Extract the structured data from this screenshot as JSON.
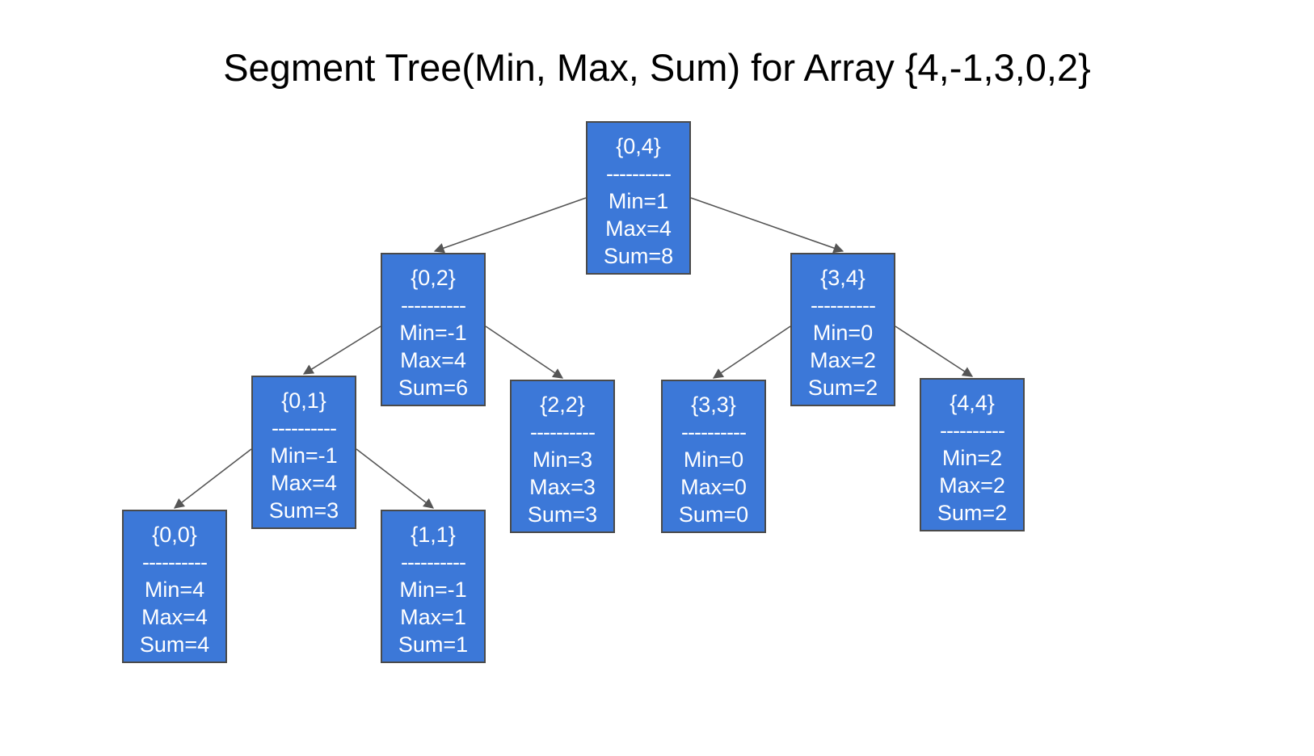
{
  "title": "Segment Tree(Min, Max, Sum) for Array {4,-1,3,0,2}",
  "separator": "----------",
  "nodes": [
    {
      "id": "0-4",
      "range": "{0,4}",
      "min": "Min=1",
      "max": "Max=4",
      "sum": "Sum=8"
    },
    {
      "id": "0-2",
      "range": "{0,2}",
      "min": "Min=-1",
      "max": "Max=4",
      "sum": "Sum=6"
    },
    {
      "id": "3-4",
      "range": "{3,4}",
      "min": "Min=0",
      "max": "Max=2",
      "sum": "Sum=2"
    },
    {
      "id": "0-1",
      "range": "{0,1}",
      "min": "Min=-1",
      "max": "Max=4",
      "sum": "Sum=3"
    },
    {
      "id": "2-2",
      "range": "{2,2}",
      "min": "Min=3",
      "max": "Max=3",
      "sum": "Sum=3"
    },
    {
      "id": "3-3",
      "range": "{3,3}",
      "min": "Min=0",
      "max": "Max=0",
      "sum": "Sum=0"
    },
    {
      "id": "4-4",
      "range": "{4,4}",
      "min": "Min=2",
      "max": "Max=2",
      "sum": "Sum=2"
    },
    {
      "id": "0-0",
      "range": "{0,0}",
      "min": "Min=4",
      "max": "Max=4",
      "sum": "Sum=4"
    },
    {
      "id": "1-1",
      "range": "{1,1}",
      "min": "Min=-1",
      "max": "Max=1",
      "sum": "Sum=1"
    }
  ],
  "edges": [
    {
      "from": "0-4",
      "to": "0-2"
    },
    {
      "from": "0-4",
      "to": "3-4"
    },
    {
      "from": "0-2",
      "to": "0-1"
    },
    {
      "from": "0-2",
      "to": "2-2"
    },
    {
      "from": "3-4",
      "to": "3-3"
    },
    {
      "from": "3-4",
      "to": "4-4"
    },
    {
      "from": "0-1",
      "to": "0-0"
    },
    {
      "from": "0-1",
      "to": "1-1"
    }
  ],
  "colors": {
    "node_fill": "#3c78d8",
    "node_border": "#4a4a4a",
    "edge": "#555555",
    "text": "#ffffff"
  }
}
